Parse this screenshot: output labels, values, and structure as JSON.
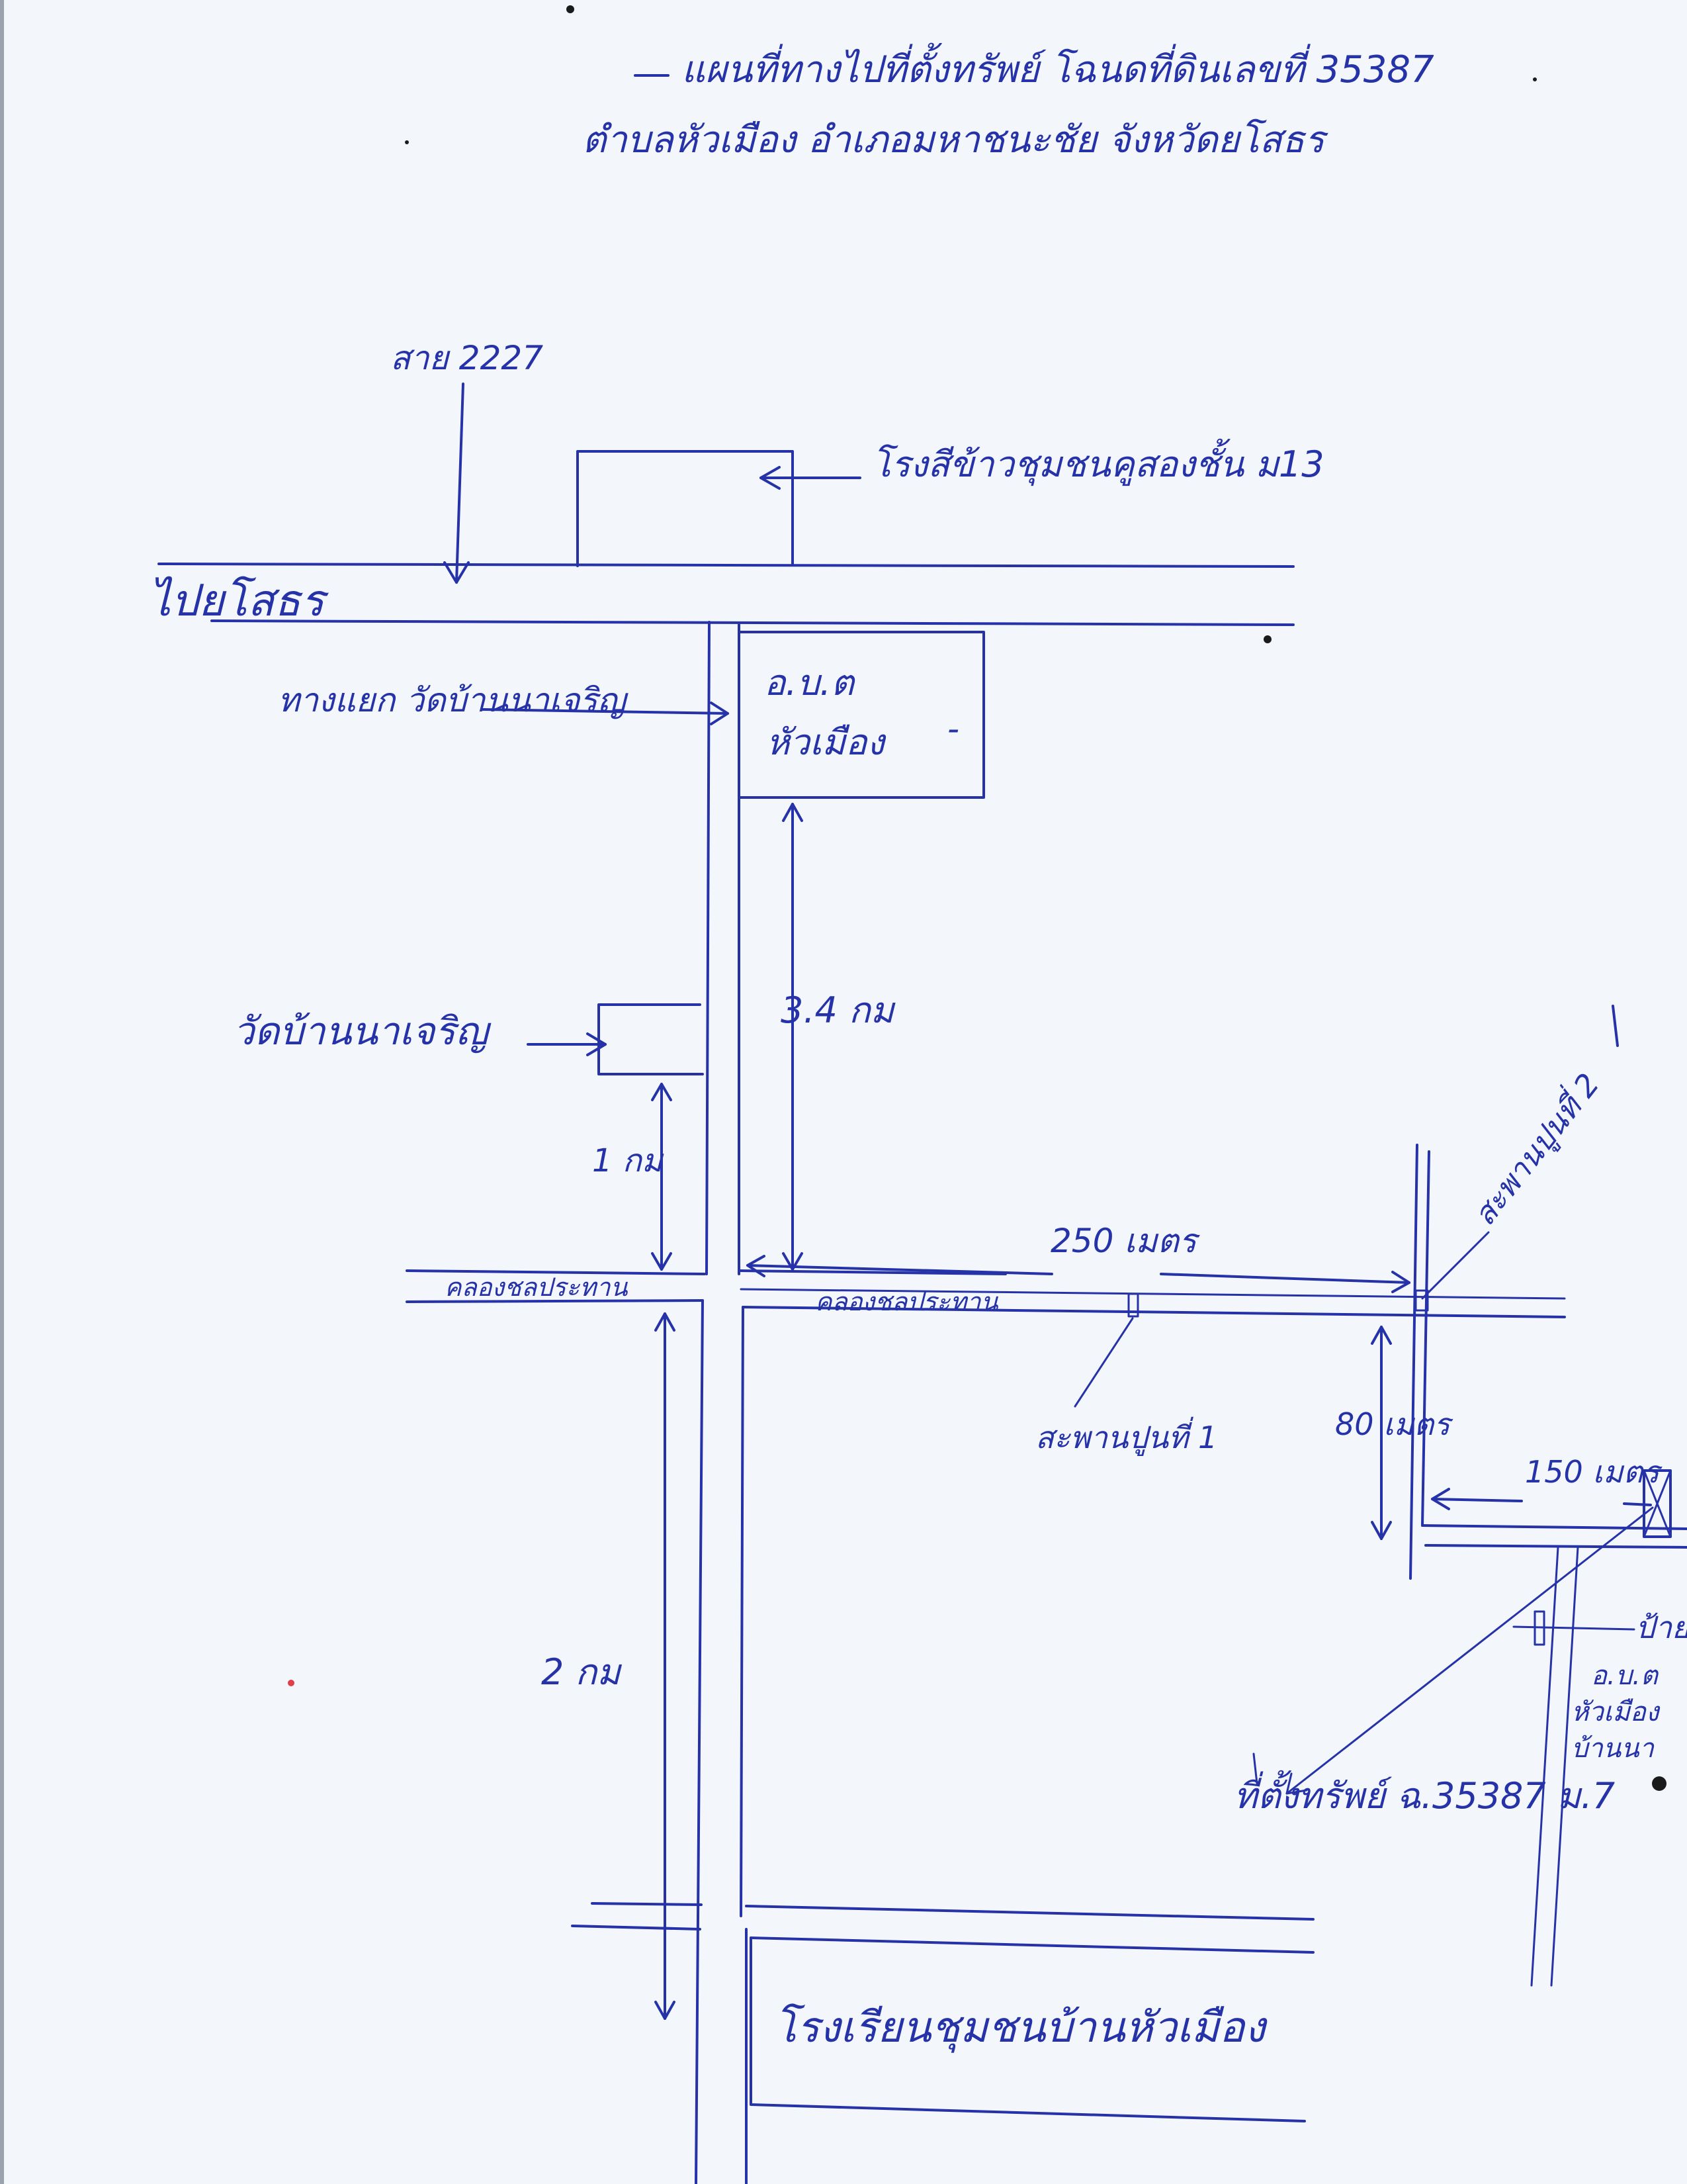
{
  "title": {
    "line1": "แผนที่ทางไปที่ตั้งทรัพย์ โฉนดที่ดินเลขที่ 35387",
    "line2": "ตำบลหัวเมือง อำเภอมหาชนะชัย จังหวัดยโสธร"
  },
  "roads": {
    "highway": "สาย 2227",
    "to_yasothon": "ไปยโสธร",
    "side_road": "ทางแยก วัดบ้านนาเจริญ",
    "canal_left": "คลองชลประทาน",
    "canal_right": "คลองชลประทาน"
  },
  "places": {
    "rice_mill": "โรงสีข้าวชุมชนคูสองชั้น ม13",
    "tambon_office_line1": "อ.บ.ต",
    "tambon_office_line2": "หัวเมือง",
    "temple": "วัดบ้านนาเจริญ",
    "school": "โรงเรียนชุมชนบ้านหัวเมือง",
    "bridge1": "สะพานปูนที่ 1",
    "bridge2": "สะพานปูนที่ 2",
    "sign_line1": "ป้าย",
    "sign_line2": "อ.บ.ต",
    "sign_line3": "หัวเมือง",
    "sign_line4": "บ้านนา",
    "property": "ที่ตั้งทรัพย์ ฉ.35387 ม.7"
  },
  "distances": {
    "d_office": "3.4 กม",
    "d_temple": "1 กม",
    "d_school": "2 กม",
    "d_canal": "250 เมตร",
    "d_down": "80 เมตร",
    "d_right": "150 เมตร"
  },
  "colors": {
    "ink": "#2633a8",
    "paper": "#f3f6fb"
  }
}
